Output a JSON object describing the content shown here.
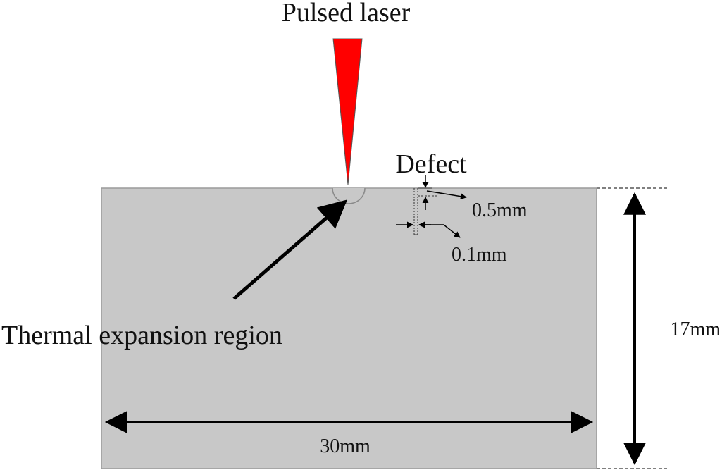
{
  "labels": {
    "laser": "Pulsed laser",
    "defect": "Defect",
    "thermal_region": "Thermal expansion region",
    "defect_depth": "0.5mm",
    "defect_width": "0.1mm",
    "height": "17mm",
    "width": "30mm"
  },
  "colors": {
    "laser": "#ff0000",
    "specimen_fill": "#c8c8c8",
    "specimen_stroke": "#9a9a9a",
    "line": "#000000"
  }
}
